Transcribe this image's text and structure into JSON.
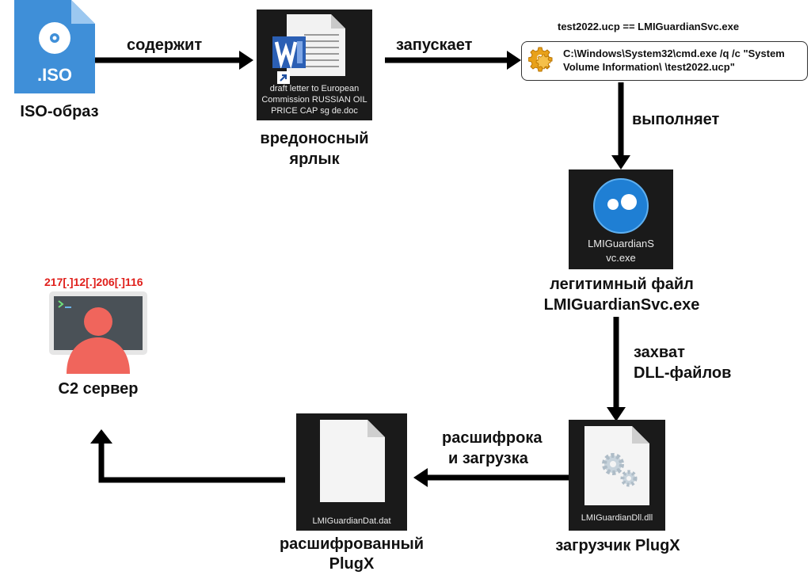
{
  "nodes": {
    "iso": {
      "icon_text": ".ISO",
      "caption": "ISO-образ"
    },
    "shortcut": {
      "file_lines": [
        "draft letter to European",
        "Commission RUSSIAN OIL",
        "PRICE CAP sg de.doc"
      ],
      "caption_lines": [
        "вредоносный",
        "ярлык"
      ]
    },
    "cmd": {
      "title": "test2022.ucp == LMIGuardianSvc.exe",
      "command_lines": [
        "C:\\Windows\\System32\\cmd.exe /q /c \"System",
        "Volume Information\\  \\test2022.ucp\""
      ]
    },
    "legit_exe": {
      "file_lines": [
        "LMIGuardianS",
        "vc.exe"
      ],
      "caption_lines": [
        "легитимный файл",
        "LMIGuardianSvc.exe"
      ]
    },
    "loader": {
      "file_label": "LMIGuardianDll.dll",
      "caption": "загрузчик PlugX"
    },
    "decrypted": {
      "file_label": "LMIGuardianDat.dat",
      "caption_lines": [
        "расшифрованный",
        "PlugX"
      ]
    },
    "c2": {
      "ip": "217[.]12[.]206[.]116",
      "caption": "C2 сервер"
    }
  },
  "edges": {
    "contains": "содержит",
    "launches": "запускает",
    "executes": "выполняет",
    "hijack_lines": [
      "захват",
      "DLL-файлов"
    ],
    "decrypt_lines": [
      "расшифрока",
      "и загрузка"
    ]
  },
  "colors": {
    "iso_blue": "#3f8fd8",
    "word_blue": "#2b5fb4",
    "ip_red": "#e0201c",
    "c2_person": "#f0655c",
    "tile_dark": "#1a1a1a"
  }
}
